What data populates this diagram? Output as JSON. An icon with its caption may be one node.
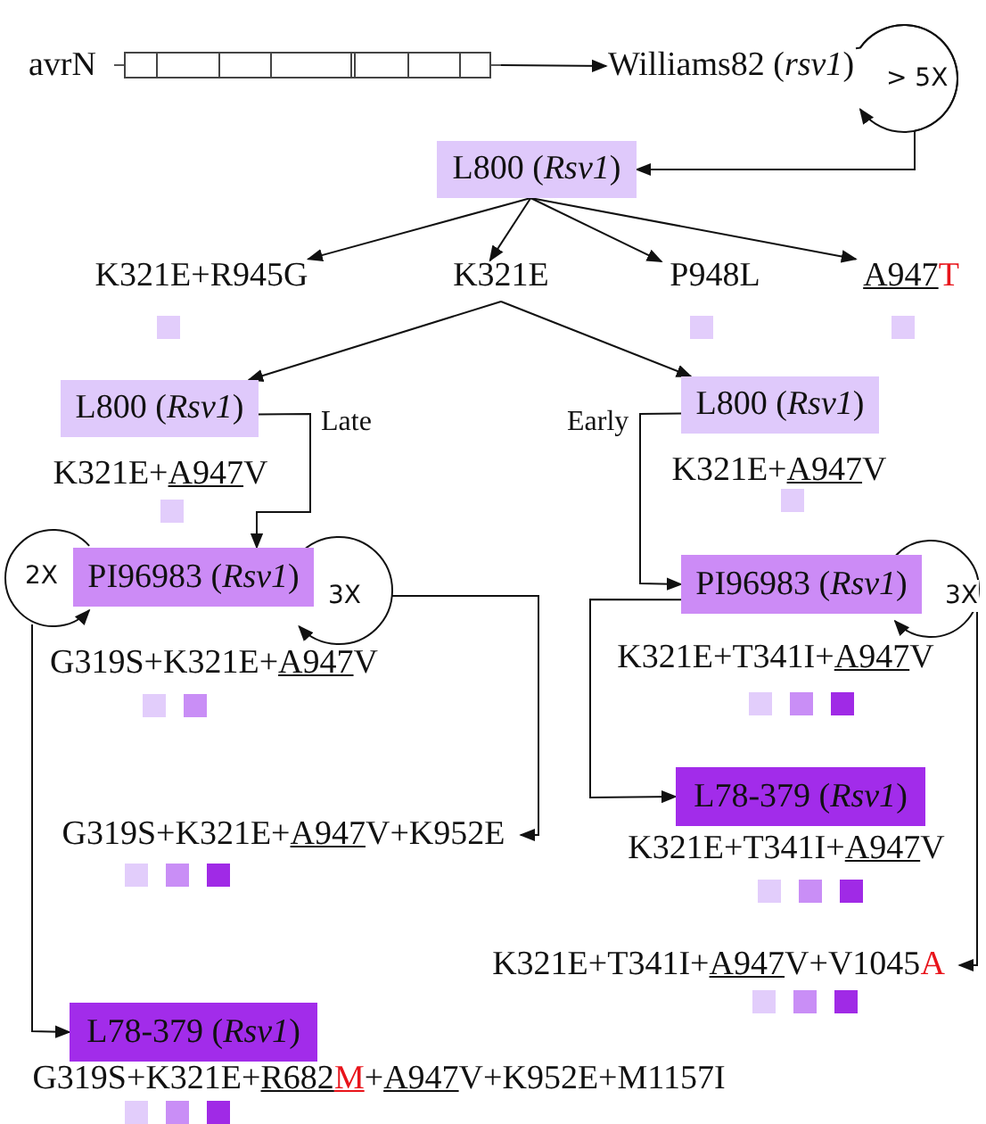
{
  "diagram": {
    "nodes": [
      {
        "text": [
          "avrN"
        ]
      },
      {
        "text": [],
        "shape": "bar"
      },
      {
        "text": [
          "Williams82 (*rsv1*)"
        ]
      },
      {
        "text": [
          "L800 (*Rsv1*)"
        ]
      },
      {
        "text": [
          "K321E+R945G"
        ]
      },
      {
        "text": [
          "K321E"
        ]
      },
      {
        "text": [
          "P948L"
        ]
      },
      {
        "text": [
          "A947T"
        ]
      },
      {
        "text": [
          "L800 (*Rsv1*)"
        ],
        "beside": [
          "K321E+A947V"
        ]
      },
      {
        "text": [
          "L800 (*Rsv1*)"
        ],
        "beside": [
          "K321E+A947V"
        ]
      },
      {
        "text": [
          "PI96983 (*Rsv1*)"
        ],
        "beside": [
          "G319S+K321E+A947V"
        ]
      },
      {
        "text": [
          "G319S+K321E+A947V+K952E"
        ]
      },
      {
        "text": [
          "L78-379 (*Rsv1*)"
        ],
        "beside": [
          "G319S+K321E+R682M+A947V+K952E+M1157I"
        ]
      },
      {
        "text": [
          "PI96983 (*Rsv1*)"
        ],
        "beside": [
          "K321E+T341I+A947V"
        ]
      },
      {
        "text": [
          "L78-379 (*Rsv1*)"
        ],
        "beside": [
          "K321E+T341I+A947V"
        ]
      },
      {
        "text": [
          "K321E+T341I+A947V+V1045A"
        ]
      }
    ],
    "edges": [
      {
        "from": 1,
        "to": 2,
        "arrow": "to"
      },
      {
        "from": 2,
        "to": 2,
        "arrow": "to",
        "label": "> 5X"
      },
      {
        "from": 2,
        "to": 3,
        "arrow": "to"
      },
      {
        "from": 3,
        "to": 4,
        "arrow": "to"
      },
      {
        "from": 3,
        "to": 5,
        "arrow": "to"
      },
      {
        "from": 3,
        "to": 6,
        "arrow": "to"
      },
      {
        "from": 3,
        "to": 7,
        "arrow": "to"
      },
      {
        "from": 5,
        "to": 8,
        "arrow": "to"
      },
      {
        "from": 5,
        "to": 9,
        "arrow": "to"
      },
      {
        "from": 8,
        "to": 10,
        "arrow": "to",
        "label": "Late"
      },
      {
        "from": 10,
        "to": 10,
        "arrow": "to",
        "label": "2X"
      },
      {
        "from": 10,
        "to": 10,
        "arrow": "to",
        "label": "3X"
      },
      {
        "from": 10,
        "to": 11,
        "arrow": "to"
      },
      {
        "from": 10,
        "to": 12,
        "arrow": "to"
      },
      {
        "from": 9,
        "to": 13,
        "arrow": "to",
        "label": "Early"
      },
      {
        "from": 13,
        "to": 13,
        "arrow": "to",
        "label": "3X"
      },
      {
        "from": 13,
        "to": 14,
        "arrow": "to"
      },
      {
        "from": 13,
        "to": 15,
        "arrow": "to"
      }
    ]
  }
}
